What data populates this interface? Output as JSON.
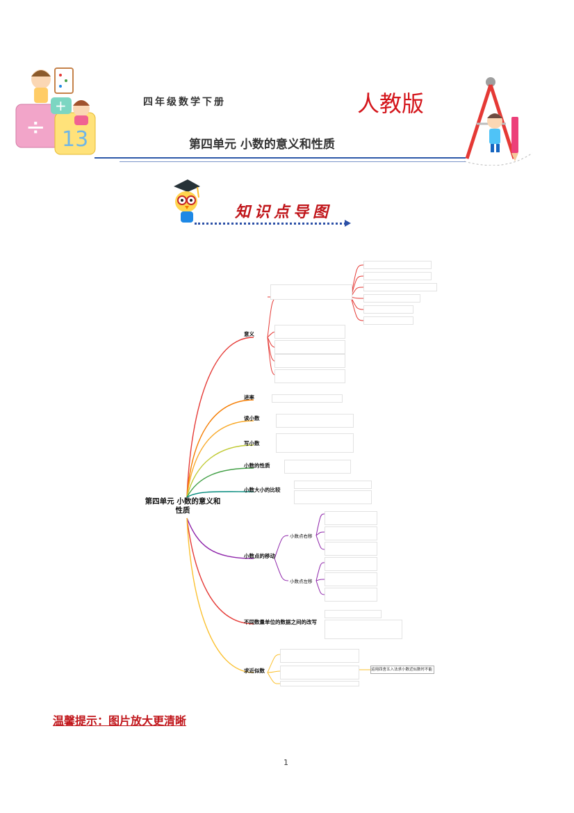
{
  "header": {
    "subject": "四年级数学下册",
    "edition": "人教版",
    "unit_title": "第四单元  小数的意义和性质"
  },
  "guide": {
    "title": "知识点导图"
  },
  "mindmap": {
    "root": "第四单元 小数的意义和性质",
    "topics": [
      {
        "label": "意义"
      },
      {
        "label": "进率"
      },
      {
        "label": "读小数"
      },
      {
        "label": "写小数"
      },
      {
        "label": "小数的性质"
      },
      {
        "label": "小数大小的比较"
      },
      {
        "label": "小数点的移动"
      },
      {
        "label": "不同数量单位的数据之间的改写"
      },
      {
        "label": "求近似数"
      }
    ],
    "sub_labels": {
      "move_right": "小数点右移",
      "move_left": "小数点左移"
    },
    "side_note": "运用四舍五入法求小数近似数时不能省略"
  },
  "colors": {
    "accent_red": "#c0151a",
    "header_blue": "#2c57a8",
    "branch_colors": [
      "#e53935",
      "#f57c00",
      "#f9a825",
      "#c0ca33",
      "#43a047",
      "#00897b",
      "#1e88e5",
      "#8e24aa",
      "#e91e63",
      "#fbc02d"
    ]
  },
  "tip": "温馨提示：图片放大更清晰",
  "page_number": "1"
}
